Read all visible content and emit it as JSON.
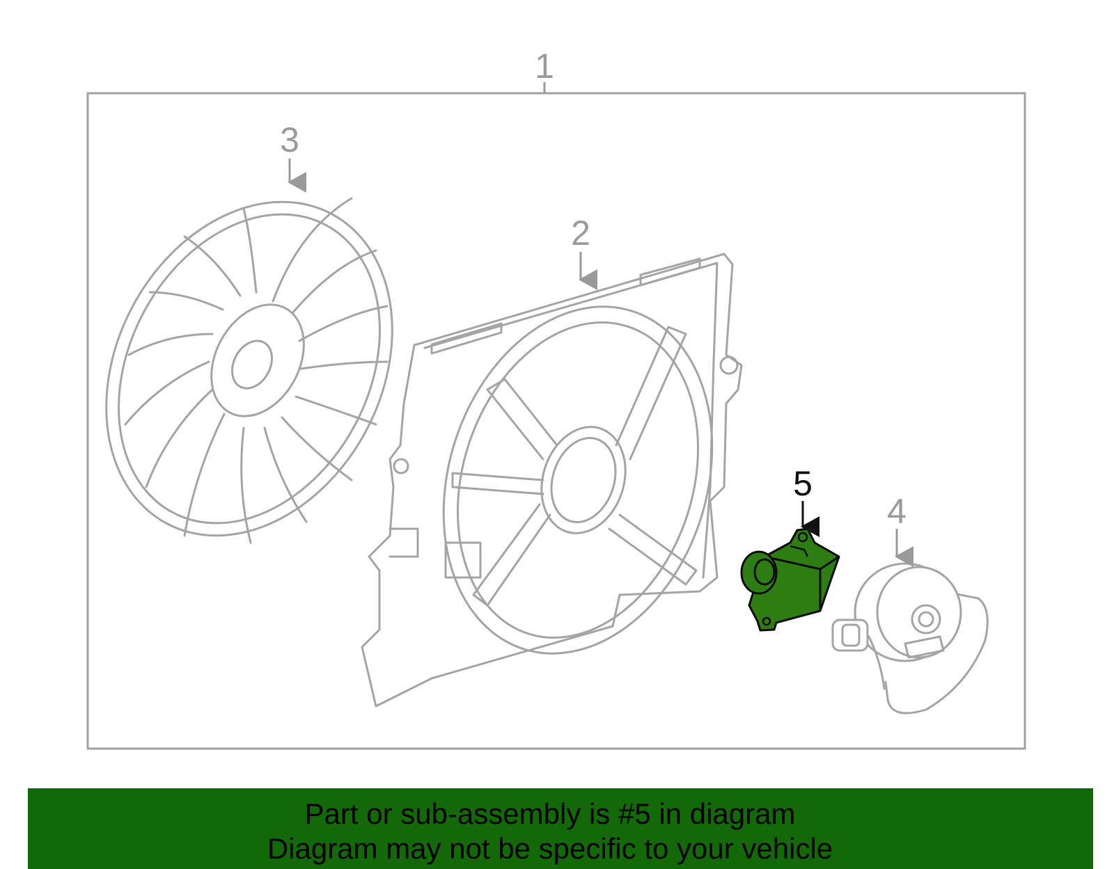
{
  "callouts": {
    "c1": "1",
    "c2": "2",
    "c3": "3",
    "c4": "4",
    "c5": "5"
  },
  "highlight": {
    "callout": "5",
    "color": "#2e7d12"
  },
  "banner": {
    "line1": "Part or sub-assembly is #5 in diagram",
    "line2": "Diagram may not be specific to your vehicle",
    "background": "#136807"
  }
}
